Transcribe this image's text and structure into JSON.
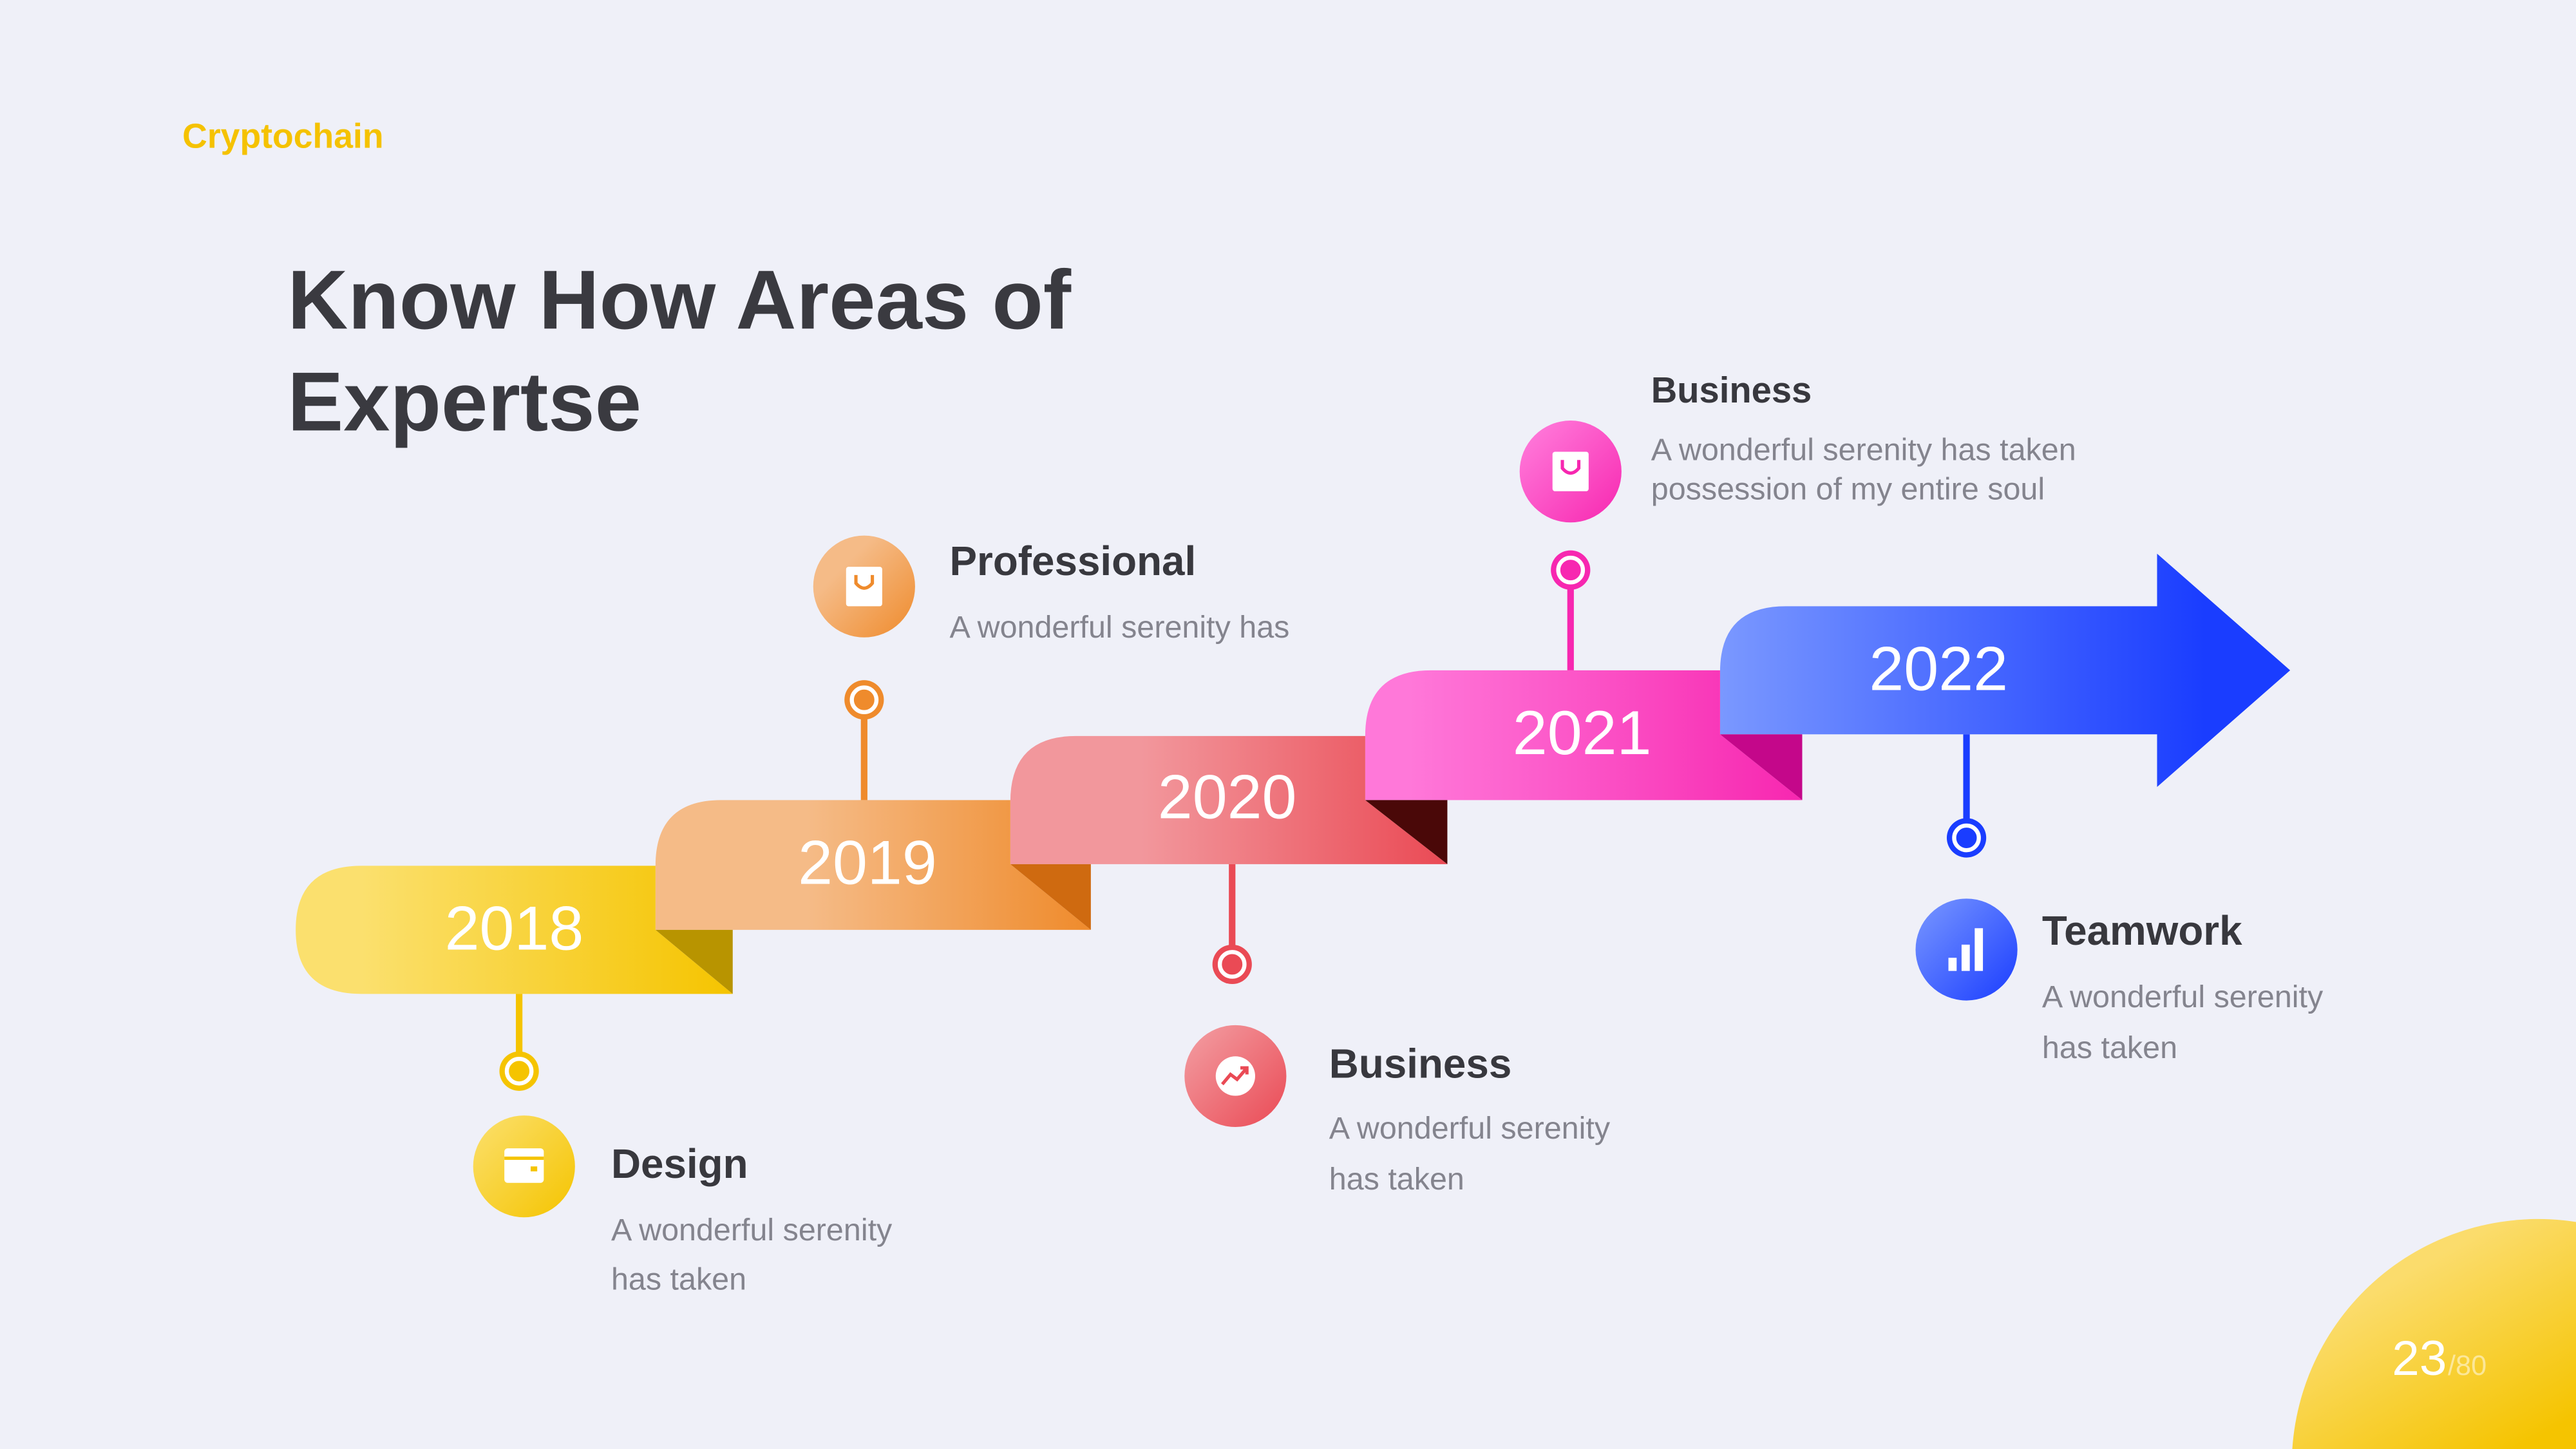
{
  "brand": "Cryptochain",
  "title_lines": [
    "Know How Areas of",
    "Expertse"
  ],
  "timeline": [
    {
      "year": "2018",
      "heading": "Design",
      "desc": [
        "A wonderful serenity",
        "has taken"
      ],
      "icon": "wallet-icon",
      "color": "#f5c400"
    },
    {
      "year": "2019",
      "heading": "Professional",
      "desc": [
        "A wonderful serenity has"
      ],
      "icon": "shopping-bag-icon",
      "color": "#ef8b2c"
    },
    {
      "year": "2020",
      "heading": "Business",
      "desc": [
        "A wonderful serenity",
        "has taken"
      ],
      "icon": "trend-up-icon",
      "color": "#ea4a55"
    },
    {
      "year": "2021",
      "heading": "Business",
      "desc": [
        "A wonderful serenity has taken",
        "possession of my entire soul"
      ],
      "icon": "shopping-bag-icon",
      "color": "#f727b0"
    },
    {
      "year": "2022",
      "heading": "Teamwork",
      "desc": [
        "A wonderful serenity",
        "has taken"
      ],
      "icon": "bar-chart-icon",
      "color": "#1a3dff"
    }
  ],
  "page": {
    "current": "23",
    "total": "/80"
  },
  "colors": {
    "background": "#eff0f8",
    "brand": "#f5c200",
    "heading": "#38383e",
    "text": "#84848e"
  }
}
